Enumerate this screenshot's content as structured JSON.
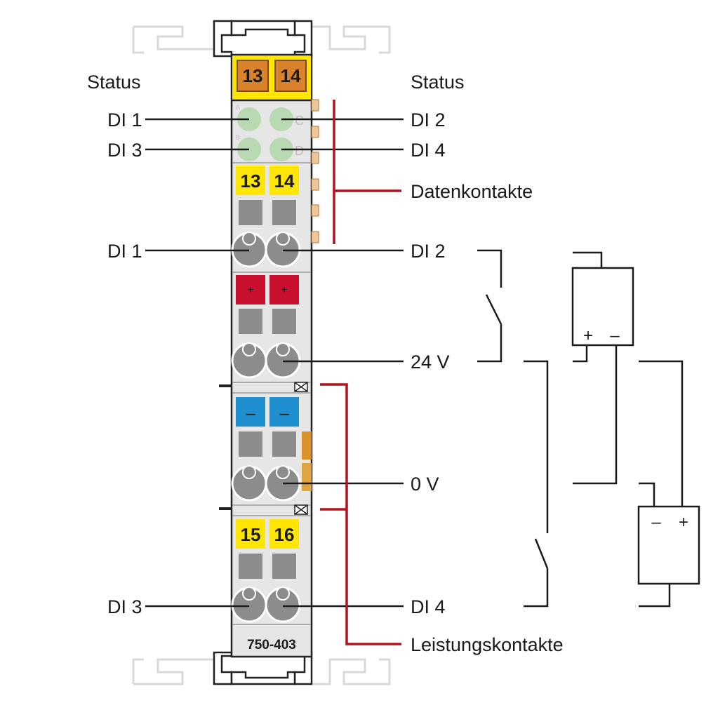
{
  "module": {
    "model": "750-403",
    "top_terminals": [
      "13",
      "14"
    ],
    "terminal_row1": [
      "13",
      "14"
    ],
    "terminal_row2": [
      "+",
      "+"
    ],
    "terminal_row3": [
      "–",
      "–"
    ],
    "terminal_row4": [
      "15",
      "16"
    ],
    "led_letters": [
      "A",
      "C",
      "B",
      "D"
    ]
  },
  "labels": {
    "status_left": "Status",
    "status_right": "Status",
    "di1_led": "DI 1",
    "di2_led": "DI 2",
    "di3_led": "DI 3",
    "di4_led": "DI 4",
    "datenkontakte": "Datenkontakte",
    "di1_conn": "DI 1",
    "di2_conn": "DI 2",
    "v24": "24 V",
    "v0": "0 V",
    "di3_conn": "DI 3",
    "di4_conn": "DI 4",
    "leistungskontakte": "Leistungskontakte"
  },
  "sources": {
    "upper_polarity": [
      "+",
      "–"
    ],
    "lower_polarity": [
      "–",
      "+"
    ]
  },
  "colors": {
    "accent_red": "#b3121f",
    "terminal_yellow": "#ffe600",
    "terminal_orange": "#d9822b",
    "terminal_red": "#c8102e",
    "terminal_blue": "#1f8fd0",
    "led_green": "#b9d9b3",
    "housing_grey": "#e6e6e6"
  }
}
